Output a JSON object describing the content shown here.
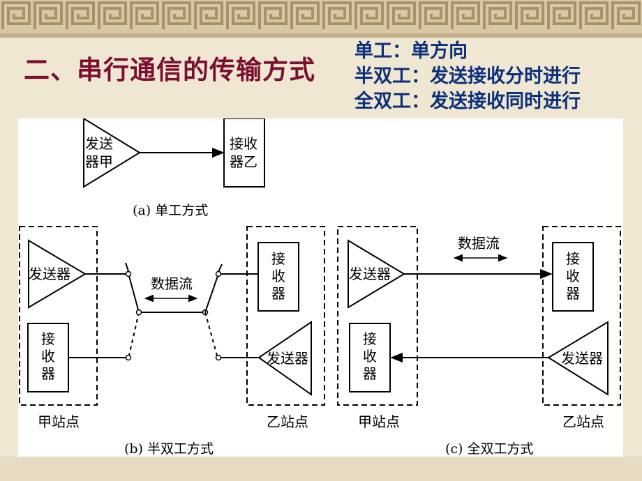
{
  "slide": {
    "title": "二、串行通信的传输方式",
    "notes": [
      "单工：单方向",
      "半双工：发送接收分时进行",
      "全双工：发送接收同时进行"
    ]
  },
  "diagram": {
    "simplex": {
      "caption": "(a) 单工方式",
      "sender_label": [
        "发送",
        "器甲"
      ],
      "receiver_label": [
        "接收",
        "器乙"
      ]
    },
    "half_duplex": {
      "caption": "(b) 半双工方式",
      "sender_label": "发送器",
      "receiver_label": [
        "接",
        "收",
        "器"
      ],
      "flow_label": "数据流",
      "station_a": "甲站点",
      "station_b": "乙站点"
    },
    "full_duplex": {
      "caption": "(c) 全双工方式",
      "sender_label": "发送器",
      "receiver_label": [
        "接",
        "收",
        "器"
      ],
      "flow_label": "数据流",
      "station_a": "甲站点",
      "station_b": "乙站点"
    }
  },
  "colors": {
    "title": "#7a1030",
    "notes": "#0b2f7a",
    "lines": "#000000"
  }
}
